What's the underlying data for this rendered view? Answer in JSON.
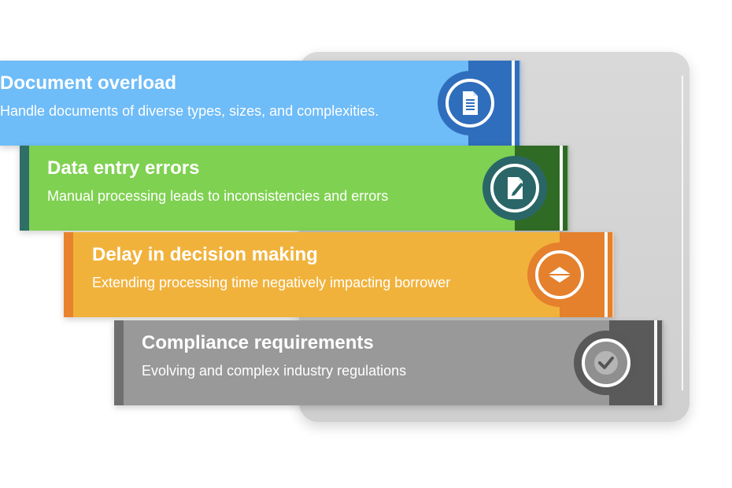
{
  "items": [
    {
      "title": "Document overload",
      "subtitle": "Handle documents of diverse types, sizes, and complexities.",
      "icon": "document-icon",
      "colors": {
        "main": "#6ebcf8",
        "dark": "#2f6ebc",
        "accent": "#6ebcf8"
      }
    },
    {
      "title": "Data entry errors",
      "subtitle": "Manual processing leads to inconsistencies and errors",
      "icon": "edit-document-icon",
      "colors": {
        "main": "#7fd151",
        "dark": "#2f6b25",
        "accent": "#2f6f67"
      }
    },
    {
      "title": "Delay in decision making",
      "subtitle": "Extending processing time negatively impacting borrower",
      "icon": "diamond-icon",
      "colors": {
        "main": "#f1b23c",
        "dark": "#e5802c",
        "accent": "#e8822c"
      }
    },
    {
      "title": "Compliance requirements",
      "subtitle": "Evolving and complex industry regulations",
      "icon": "check-icon",
      "colors": {
        "main": "#999999",
        "dark": "#5a5a5a",
        "accent": "#6f6f6f"
      }
    }
  ]
}
